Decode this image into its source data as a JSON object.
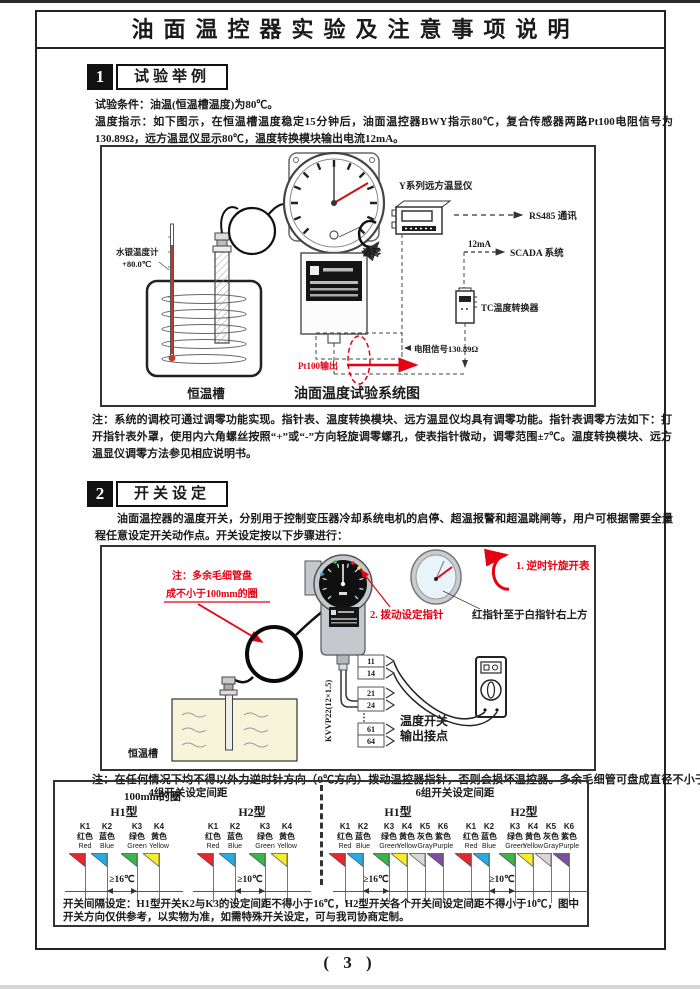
{
  "page": {
    "title": "油面温控器实验及注意事项说明",
    "page_number": "( 3 )"
  },
  "s1": {
    "num": "1",
    "heading": "试验举例",
    "para1": "试验条件：油温(恒温槽温度)为80℃。",
    "para2": "温度指示：如下图示，在恒温槽温度稳定15分钟后，油面温控器BWY指示80℃，复合传感器两路Pt100电阻信号为130.89Ω，远方温显仪显示80℃，温度转换模块输出电流12mA。",
    "note": "注：系统的调校可通过调零功能实现。指针表、温度转换模块、远方温显仪均具有调零功能。指针表调零方法如下：打开指针表外罩，使用内六角螺丝按照“+”或“-”方向轻旋调零螺孔，使表指针微动，调零范围±7℃。温度转换模块、远方温显仪调零方法参见相应说明书。",
    "diag": {
      "therm1": "水银温度计",
      "therm2": "+80.0℃",
      "tank": "恒温槽",
      "zero": "调零",
      "display": "Y系列远方温显仪",
      "rs485": "RS485 通讯",
      "ma": "12mA",
      "scada": "SCADA 系统",
      "tc": "TC温度转换器",
      "resistance": "电阻信号130.89Ω",
      "pt100": "Pt100输出",
      "caption": "油面温度试验系统图"
    }
  },
  "s2": {
    "num": "2",
    "heading": "开关设定",
    "para": "油面温控器的温度开关，分别用于控制变压器冷却系统电机的启停、超温报警和超温跳闸等，用户可根据需要全量程任意设定开关动作点。开关设定按以下步骤进行：",
    "note": "注：在任何情况下均不得以外力逆时针方向（0℃方向）拨动温控器指针，否则会损坏温控器。多余毛细管可盘成直径不小于100mm的圈",
    "diag": {
      "note1": "注：多余毛细管盘",
      "note2": "成不小于100mm的圈",
      "step1": "1. 逆时针旋开表盖",
      "step2": "2. 拨动设定指针",
      "pointer_note": "红指针至于白指针右上方",
      "tank": "恒温槽",
      "cable": "KVVP22(12×1.5)",
      "terminals": [
        "11",
        "14",
        "21",
        "24",
        "61",
        "64"
      ],
      "out1": "温度开关",
      "out2": "输出接点"
    }
  },
  "chart": {
    "groups": [
      {
        "title": "4组开关设定间距",
        "models": [
          {
            "name": "H1型",
            "gap_label": "≥16℃",
            "switches": [
              {
                "id": "K1",
                "color_cn": "红色",
                "color_en": "Red",
                "hex": "#e8262d"
              },
              {
                "id": "K2",
                "color_cn": "蓝色",
                "color_en": "Blue",
                "hex": "#29abe2"
              },
              {
                "id": "K3",
                "color_cn": "绿色",
                "color_en": "Green",
                "hex": "#39b54a"
              },
              {
                "id": "K4",
                "color_cn": "黄色",
                "color_en": "Yellow",
                "hex": "#f7ec2e"
              }
            ]
          },
          {
            "name": "H2型",
            "gap_label": "≥10℃",
            "switches": [
              {
                "id": "K1",
                "color_cn": "红色",
                "color_en": "Red",
                "hex": "#e8262d"
              },
              {
                "id": "K2",
                "color_cn": "蓝色",
                "color_en": "Blue",
                "hex": "#29abe2"
              },
              {
                "id": "K3",
                "color_cn": "绿色",
                "color_en": "Green",
                "hex": "#39b54a"
              },
              {
                "id": "K4",
                "color_cn": "黄色",
                "color_en": "Yellow",
                "hex": "#f7ec2e"
              }
            ]
          }
        ]
      },
      {
        "title": "6组开关设定间距",
        "models": [
          {
            "name": "H1型",
            "gap_label": "≥16℃",
            "switches": [
              {
                "id": "K1",
                "color_cn": "红色",
                "color_en": "Red",
                "hex": "#e8262d"
              },
              {
                "id": "K2",
                "color_cn": "蓝色",
                "color_en": "Blue",
                "hex": "#29abe2"
              },
              {
                "id": "K3",
                "color_cn": "绿色",
                "color_en": "Green",
                "hex": "#39b54a"
              },
              {
                "id": "K4",
                "color_cn": "黄色",
                "color_en": "Yellow",
                "hex": "#f7ec2e"
              },
              {
                "id": "K5",
                "color_cn": "灰色",
                "color_en": "Gray",
                "hex": "#d8d8d8"
              },
              {
                "id": "K6",
                "color_cn": "紫色",
                "color_en": "Purple",
                "hex": "#7b519d"
              }
            ]
          },
          {
            "name": "H2型",
            "gap_label": "≥10℃",
            "switches": [
              {
                "id": "K1",
                "color_cn": "红色",
                "color_en": "Red",
                "hex": "#e8262d"
              },
              {
                "id": "K2",
                "color_cn": "蓝色",
                "color_en": "Blue",
                "hex": "#29abe2"
              },
              {
                "id": "K3",
                "color_cn": "绿色",
                "color_en": "Green",
                "hex": "#39b54a"
              },
              {
                "id": "K4",
                "color_cn": "黄色",
                "color_en": "Yellow",
                "hex": "#f7ec2e"
              },
              {
                "id": "K5",
                "color_cn": "灰色",
                "color_en": "Gray",
                "hex": "#d8d8d8"
              },
              {
                "id": "K6",
                "color_cn": "紫色",
                "color_en": "Purple",
                "hex": "#7b519d"
              }
            ]
          }
        ]
      }
    ],
    "footer": "开关间隔设定：H1型开关K2与K3的设定间距不得小于16℃，H2型开关各个开关间设定间距不得小于10℃，图中开关方向仅供参考，以实物为准，如需特殊开关设定，可与我司协商定制。"
  }
}
